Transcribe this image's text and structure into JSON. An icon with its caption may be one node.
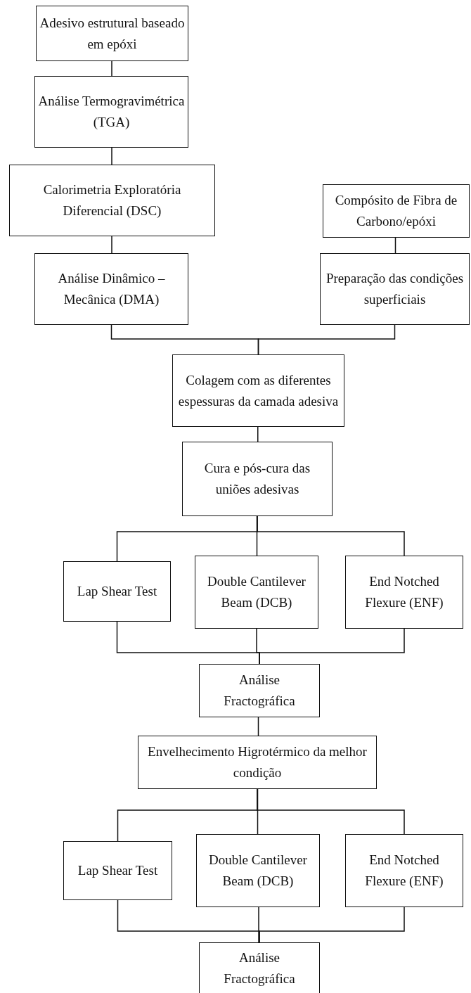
{
  "diagram": {
    "nodes": [
      {
        "text": [
          "Adesivo estrutural baseado em epóxi"
        ]
      },
      {
        "text": [
          "Análise Termogravimétrica (TGA)"
        ]
      },
      {
        "text": [
          "Calorimetria Exploratória Diferencial (DSC)"
        ]
      },
      {
        "text": [
          "Análise Dinâmico – Mecânica (DMA)"
        ]
      },
      {
        "text": [
          "Compósito de Fibra de Carbono/epóxi"
        ]
      },
      {
        "text": [
          "Preparação das condições superficiais"
        ]
      },
      {
        "text": [
          "Colagem com as diferentes espessuras da camada adesiva"
        ]
      },
      {
        "text": [
          "Cura e pós-cura das uniões adesivas"
        ]
      },
      {
        "text": [
          "Lap Shear Test"
        ]
      },
      {
        "text": [
          "Double Cantilever Beam (DCB)"
        ]
      },
      {
        "text": [
          "End Notched Flexure (ENF)"
        ]
      },
      {
        "text": [
          "Análise Fractográfica"
        ]
      },
      {
        "text": [
          "Envelhecimento Higrotérmico da melhor condição"
        ]
      },
      {
        "text": [
          "Lap Shear Test"
        ]
      },
      {
        "text": [
          "Double Cantilever Beam (DCB)"
        ]
      },
      {
        "text": [
          "End Notched Flexure (ENF)"
        ]
      },
      {
        "text": [
          "Análise Fractográfica"
        ]
      }
    ],
    "edges": [
      {
        "from": 0,
        "to": 1,
        "arrow": "none"
      },
      {
        "from": 1,
        "to": 2,
        "arrow": "none"
      },
      {
        "from": 2,
        "to": 3,
        "arrow": "none"
      },
      {
        "from": 4,
        "to": 5,
        "arrow": "none"
      },
      {
        "from": 3,
        "to": 6,
        "arrow": "none"
      },
      {
        "from": 5,
        "to": 6,
        "arrow": "none"
      },
      {
        "from": 6,
        "to": 7,
        "arrow": "none"
      },
      {
        "from": 7,
        "to": 8,
        "arrow": "none"
      },
      {
        "from": 7,
        "to": 9,
        "arrow": "none"
      },
      {
        "from": 7,
        "to": 10,
        "arrow": "none"
      },
      {
        "from": 8,
        "to": 11,
        "arrow": "none"
      },
      {
        "from": 9,
        "to": 11,
        "arrow": "none"
      },
      {
        "from": 10,
        "to": 11,
        "arrow": "none"
      },
      {
        "from": 11,
        "to": 12,
        "arrow": "none"
      },
      {
        "from": 12,
        "to": 13,
        "arrow": "none"
      },
      {
        "from": 12,
        "to": 14,
        "arrow": "none"
      },
      {
        "from": 12,
        "to": 15,
        "arrow": "none"
      },
      {
        "from": 13,
        "to": 16,
        "arrow": "none"
      },
      {
        "from": 14,
        "to": 16,
        "arrow": "none"
      },
      {
        "from": 15,
        "to": 16,
        "arrow": "none"
      }
    ]
  }
}
